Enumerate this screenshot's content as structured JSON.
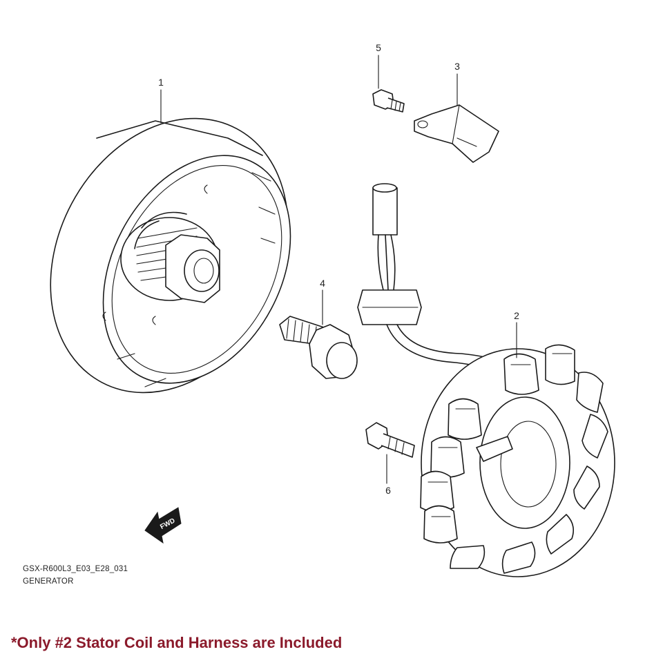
{
  "callouts": {
    "p1": "1",
    "p2": "2",
    "p3": "3",
    "p4": "4",
    "p5": "5",
    "p6": "6"
  },
  "fwd_arrow": "FWD",
  "caption": {
    "code": "GSX-R600L3_E03_E28_031",
    "title": "GENERATOR"
  },
  "note": "*Only #2 Stator Coil and Harness are Included",
  "colors": {
    "note": "#8b1a2b",
    "line": "#1a1a1a"
  }
}
